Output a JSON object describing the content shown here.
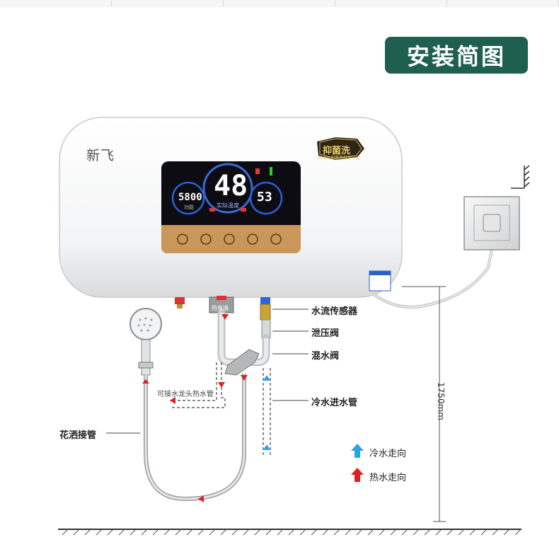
{
  "title": "安装简图",
  "brand": "新飞",
  "badge": {
    "main": "抑菌洗",
    "sub": "99.9%抑菌率权威认证"
  },
  "display": {
    "big_number": "48",
    "left_value": "5800",
    "left_label": "功能",
    "right_value": "53",
    "center_label": "实际温度"
  },
  "labels": {
    "water_flow_sensor": "水流传感器",
    "pressure_relief_valve": "泄压阀",
    "mixing_valve": "混水阀",
    "cold_inlet_pipe": "冷水进水管",
    "shower_hose": "花洒接管",
    "faucet_hot_pipe": "可接水龙头热水管",
    "anti_electric_wall": "防电墙"
  },
  "dimension": "1750mm",
  "legend": {
    "cold": "冷水走向",
    "hot": "热水走向"
  },
  "colors": {
    "banner": "#1f5f50",
    "cold": "#2aa3e6",
    "hot": "#e02020",
    "panel_accent": "#c9975a"
  }
}
